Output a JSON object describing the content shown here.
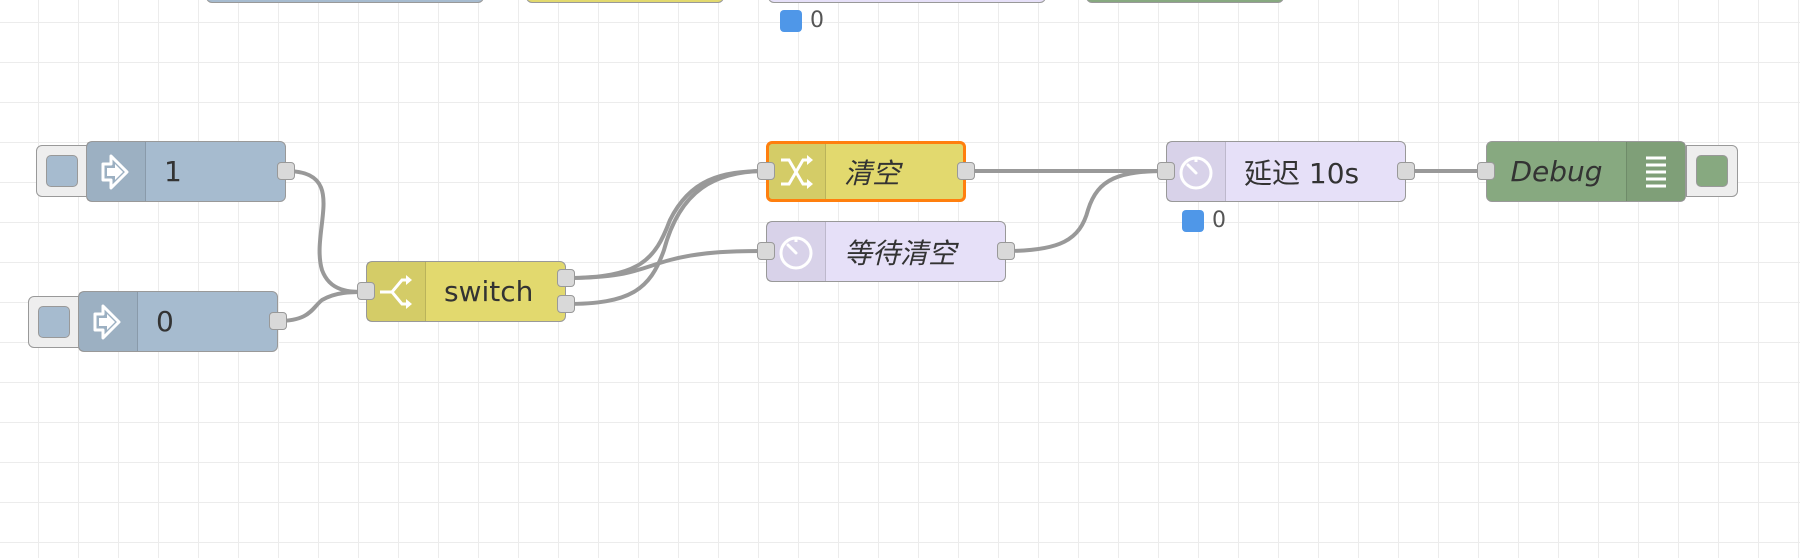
{
  "canvas": {
    "grid_color": "#ececec",
    "wire_color": "#999999"
  },
  "colors": {
    "inject": "#a6bbcf",
    "switch": "#e2d96e",
    "change": "#e2d96e",
    "delay": "#e6e0f8",
    "debug": "#87a980",
    "selected_border": "#ff7f0e",
    "status_blue": "#4f97e8"
  },
  "top_partial": {
    "status_text": "0"
  },
  "nodes": {
    "inject_1": {
      "label": "1",
      "icon": "arrow-in-icon"
    },
    "inject_0": {
      "label": "0",
      "icon": "arrow-in-icon"
    },
    "switch": {
      "label": "switch",
      "icon": "switch-icon"
    },
    "change": {
      "label": "清空",
      "icon": "shuffle-icon",
      "selected": true
    },
    "delay_wait": {
      "label": "等待清空",
      "icon": "timer-icon"
    },
    "delay_10s": {
      "label": "延迟 10s",
      "icon": "timer-icon",
      "status_text": "0"
    },
    "debug": {
      "label": "Debug",
      "icon": "list-icon"
    }
  }
}
